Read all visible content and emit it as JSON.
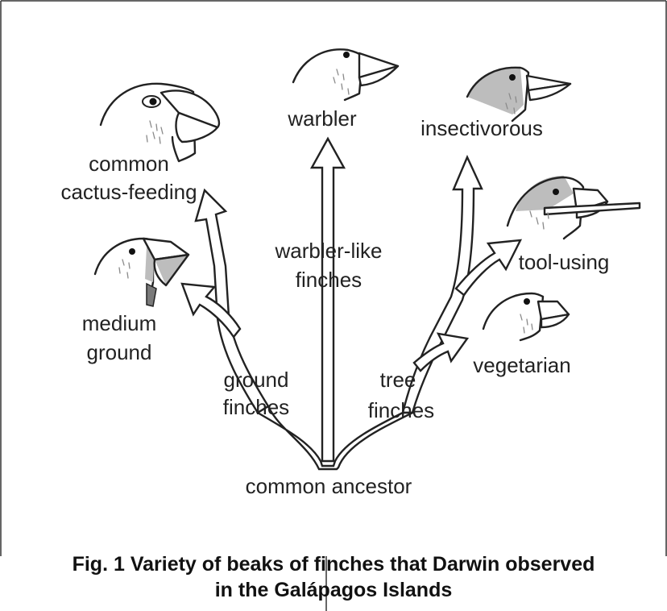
{
  "labels": {
    "common_cactus_feeding": [
      "common",
      "cactus-feeding"
    ],
    "medium_ground": [
      "medium",
      "ground"
    ],
    "ground_finches": [
      "ground",
      "finches"
    ],
    "warbler": "warbler",
    "warbler_like_finches": [
      "warbler-like",
      "finches"
    ],
    "insectivorous": "insectivorous",
    "tool_using": "tool-using",
    "vegetarian": "vegetarian",
    "tree_finches": [
      "tree",
      "finches"
    ],
    "common_ancestor": "common ancestor"
  },
  "caption": {
    "line1": "Fig. 1  Variety of beaks of finches that Darwin observed",
    "line2": "in the Galápagos Islands"
  },
  "colors": {
    "ink": "#222222",
    "shading": "#bdbdbd",
    "background": "#ffffff"
  }
}
